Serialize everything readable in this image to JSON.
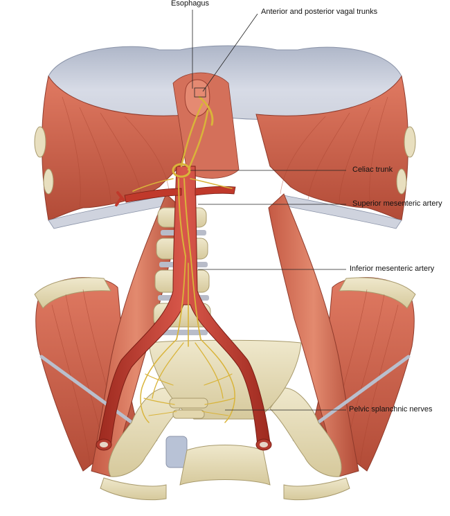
{
  "labels": {
    "esophagus": "Esophagus",
    "vagal_trunks": "Anterior and posterior vagal trunks",
    "celiac_trunk": "Celiac trunk",
    "superior_mesenteric": "Superior mesenteric artery",
    "inferior_mesenteric": "Inferior mesenteric artery",
    "pelvic_splanchnic": "Pelvic splanchnic nerves"
  },
  "colors": {
    "muscle": "#c9614c",
    "muscle_dark": "#9c3e2f",
    "tendon": "#c9cedb",
    "bone": "#e6dcb5",
    "artery": "#c0392b",
    "nerve": "#d9b43a",
    "disc": "#b8bcc9"
  }
}
